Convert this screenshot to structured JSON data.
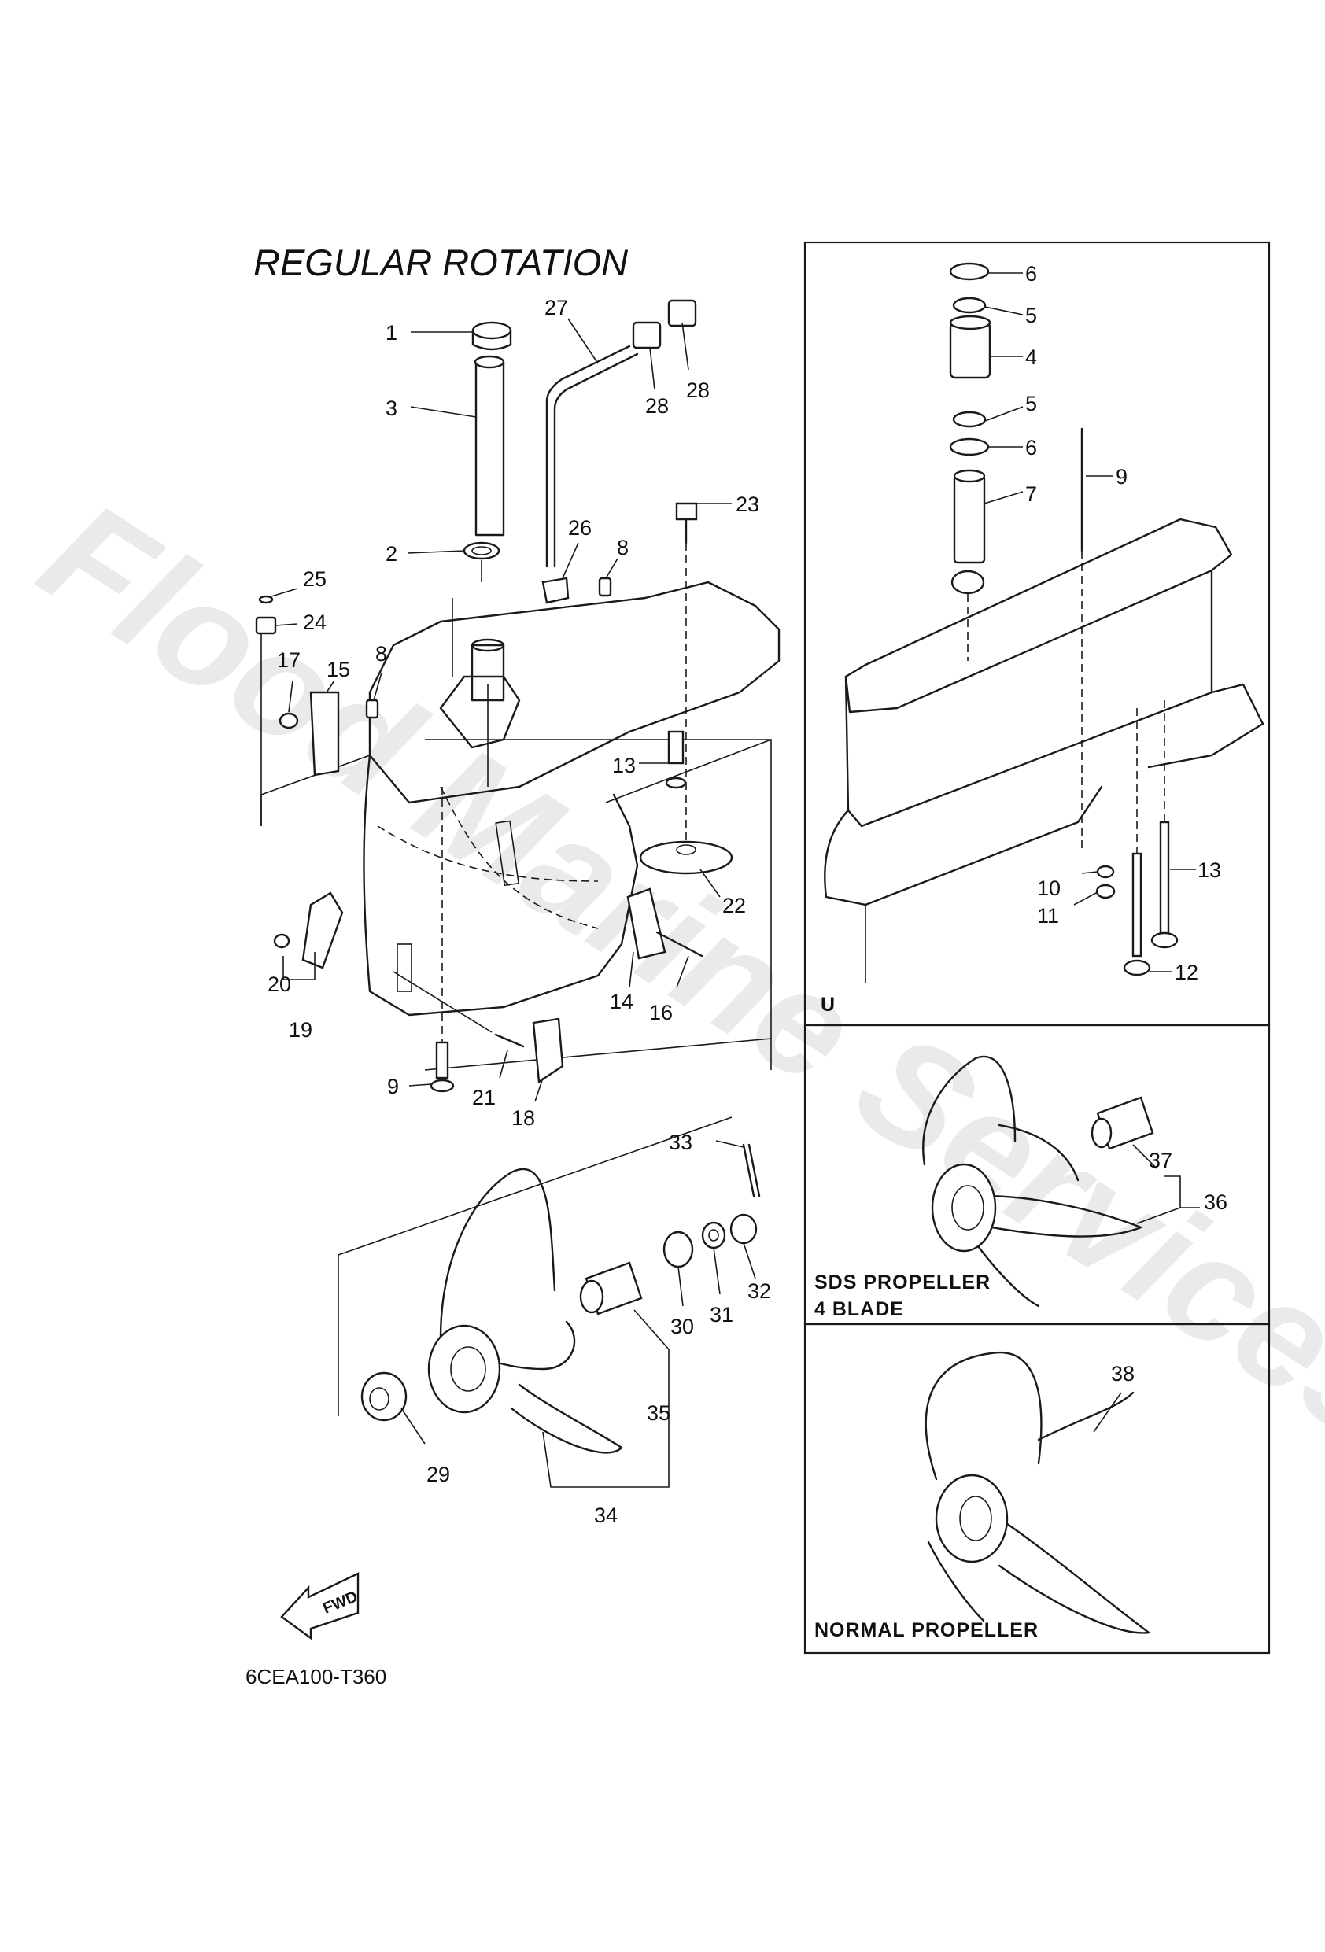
{
  "title": "REGULAR ROTATION",
  "drawing_code": "6CEA100-T360",
  "watermark": "Flood Marine Services",
  "fwd_label": "FWD",
  "panels": [
    {
      "id": "u",
      "label": "U",
      "sublabel": ""
    },
    {
      "id": "sds",
      "label": "SDS PROPELLER",
      "sublabel": "4 BLADE"
    },
    {
      "id": "normal",
      "label": "NORMAL PROPELLER",
      "sublabel": ""
    }
  ],
  "callouts_main": [
    "1",
    "3",
    "27",
    "28",
    "28",
    "23",
    "2",
    "26",
    "8",
    "25",
    "24",
    "17",
    "15",
    "8",
    "13",
    "22",
    "14",
    "16",
    "20",
    "19",
    "9",
    "21",
    "18",
    "33",
    "30",
    "31",
    "32",
    "35",
    "29",
    "34"
  ],
  "callouts_u": [
    "6",
    "5",
    "4",
    "5",
    "6",
    "9",
    "7",
    "10",
    "13",
    "11",
    "12"
  ],
  "callouts_sds": [
    "37",
    "36"
  ],
  "callouts_normal": [
    "38"
  ]
}
